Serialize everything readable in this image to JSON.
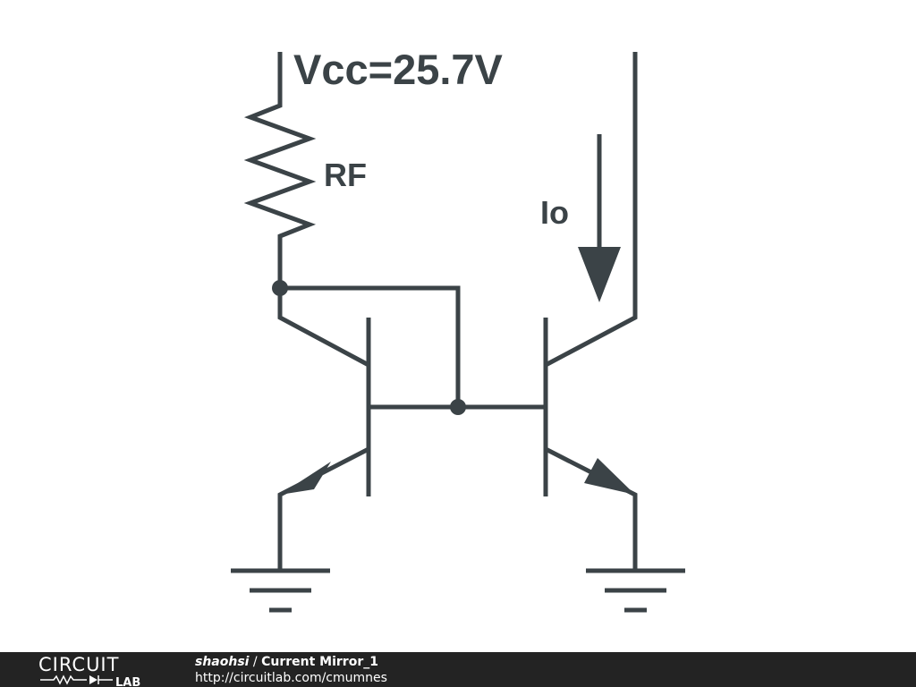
{
  "schematic": {
    "supply_label": "Vcc=25.7V",
    "resistor_label": "RF",
    "current_label": "Io"
  },
  "footer": {
    "logo_top": "CIRCUIT",
    "logo_bottom": "LAB",
    "author": "shaohsi",
    "separator": "/",
    "title": "Current Mirror_1",
    "url": "http://circuitlab.com/cmumnes"
  },
  "colors": {
    "ink": "#3b4347",
    "footer_bg": "#232323"
  }
}
